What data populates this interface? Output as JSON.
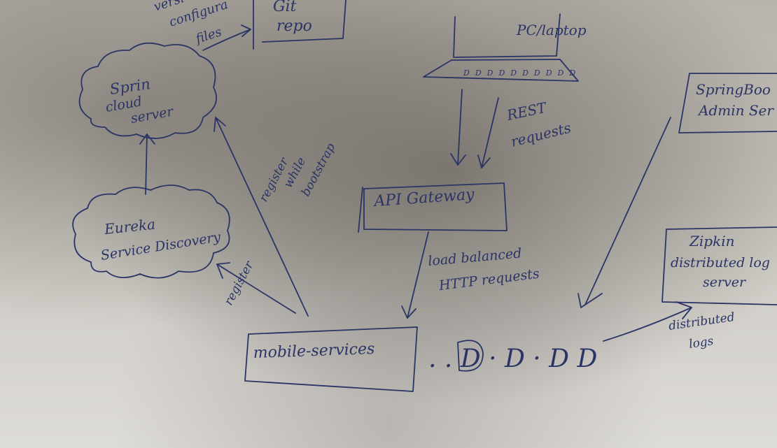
{
  "nodes": {
    "git_repo": {
      "line1": "Git",
      "line2": "repo"
    },
    "config_files": {
      "line1": "versi",
      "line2": "configura",
      "line3": "files"
    },
    "spring_cloud_server": {
      "line1": "Sprin",
      "line2": "cloud",
      "line3": "server"
    },
    "eureka": {
      "line1": "Eureka",
      "line2": "Service Discovery"
    },
    "pc_laptop": {
      "label": "PC/laptop"
    },
    "rest_requests": {
      "line1": "REST",
      "line2": "requests"
    },
    "api_gateway": {
      "label": "API Gateway"
    },
    "load_balanced": {
      "line1": "load balanced",
      "line2": "HTTP requests"
    },
    "register_bootstrap": {
      "line1": "register",
      "line2": "while",
      "line3": "bootstrap"
    },
    "register": {
      "label": "register"
    },
    "mobile_services": {
      "label": "mobile-services"
    },
    "more_services": {
      "label": ". . D · D · D D"
    },
    "spring_boot_admin": {
      "line1": "SpringBoo",
      "line2": "Admin Ser"
    },
    "zipkin": {
      "line1": "Zipkin",
      "line2": "distributed log",
      "line3": "server"
    },
    "distributed_logs": {
      "line1": "distributed",
      "line2": "logs"
    }
  },
  "colors": {
    "ink": "#2a3566",
    "board": "#cfccc6"
  }
}
